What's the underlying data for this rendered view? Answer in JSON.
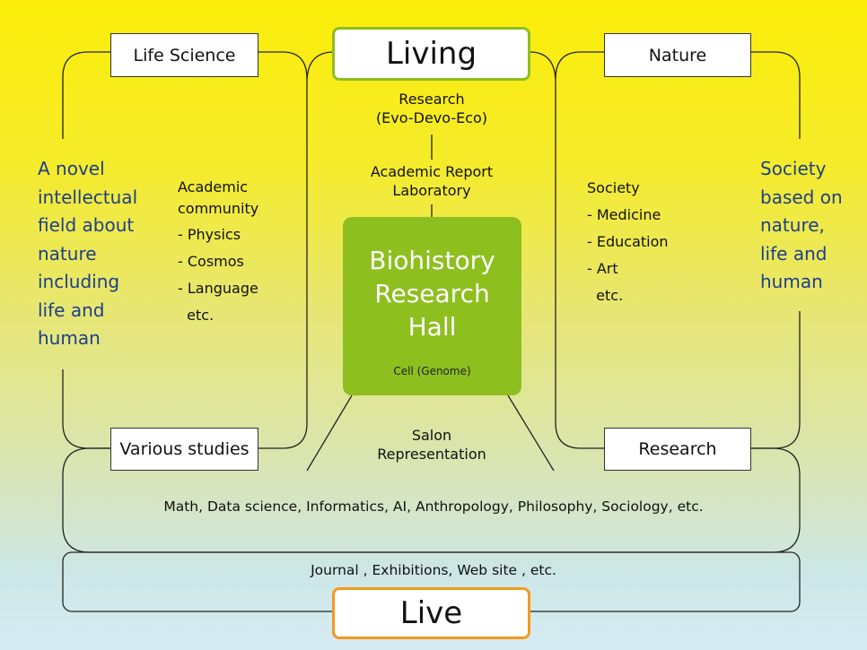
{
  "top_title": "Living",
  "bottom_title": "Live",
  "colors": {
    "living_border": "#8dbf1f",
    "live_border": "#f39a1e",
    "hall_fill": "#8dbf1f",
    "blue_text": "#1d3f8a"
  },
  "corners": {
    "life_science": "Life Science",
    "nature": "Nature",
    "various_studies": "Various studies",
    "research": "Research"
  },
  "center_column": {
    "research_line1": "Research",
    "research_line2": "(Evo-Devo-Eco)",
    "report_line1": "Academic Report",
    "report_line2": "Laboratory",
    "salon_line1": "Salon",
    "salon_line2": "Representation"
  },
  "hall": {
    "name_line1": "Biohistory",
    "name_line2": "Research",
    "name_line3": "Hall",
    "subtitle": "Cell (Genome)"
  },
  "left_blue": [
    "A novel",
    "intellectual",
    "field about",
    "nature",
    "including",
    "life and",
    "human"
  ],
  "right_blue": [
    "Society",
    "based on",
    "nature,",
    "life and",
    "human"
  ],
  "academic": {
    "heading_line1": "Academic",
    "heading_line2": "community",
    "items": [
      "- Physics",
      "- Cosmos",
      "- Language",
      "  etc."
    ]
  },
  "society": {
    "heading": "Society",
    "items": [
      "- Medicine",
      "- Education",
      "- Art",
      "  etc."
    ]
  },
  "disciplines": "Math, Data science, Informatics, AI, Anthropology, Philosophy, Sociology, etc.",
  "outputs": "Journal , Exhibitions, Web site , etc."
}
